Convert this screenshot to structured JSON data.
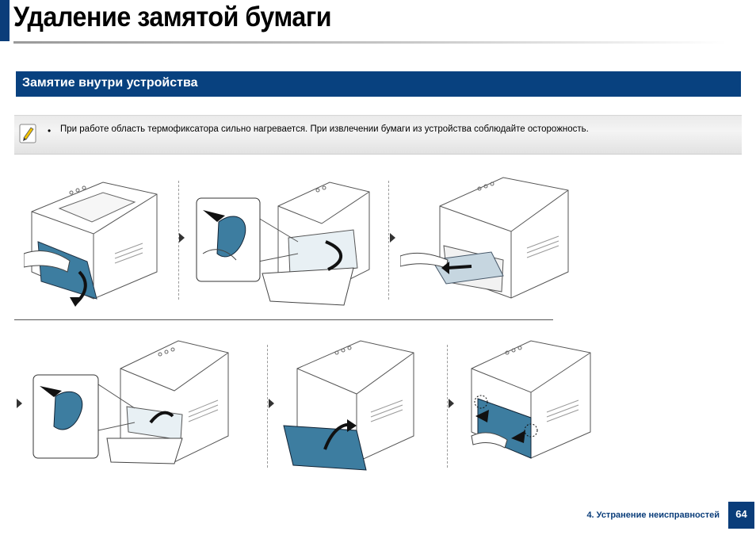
{
  "header": {
    "title": "Удаление замятой бумаги"
  },
  "section": {
    "title": "Замятие внутри устройства"
  },
  "note": {
    "bullet": "•",
    "text": "При работе область термофиксатора сильно нагревается. При извлечении бумаги из устройства соблюдайте осторожность.",
    "icon": "note-pencil-icon"
  },
  "steps": [
    {
      "id": 1,
      "icon": "printer-open-front-door-illustration"
    },
    {
      "id": 2,
      "icon": "fuser-lever-detail-illustration"
    },
    {
      "id": 3,
      "icon": "pull-paper-illustration"
    },
    {
      "id": 4,
      "icon": "fuser-lever-close-illustration"
    },
    {
      "id": 5,
      "icon": "close-inner-cover-illustration"
    },
    {
      "id": 6,
      "icon": "close-front-door-illustration"
    }
  ],
  "footer": {
    "section": "4. Устранение неисправностей",
    "page": "64"
  },
  "colors": {
    "brand": "#0a3d7a",
    "header_bar": "#08417f",
    "part_blue": "#3d7da0"
  }
}
